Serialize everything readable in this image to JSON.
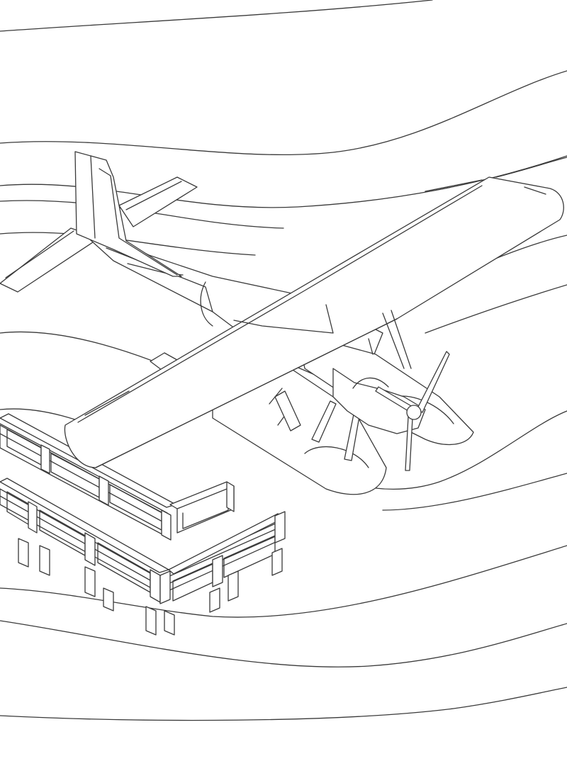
{
  "illustration": {
    "subject": "seaplane-beside-wooden-dock",
    "style": "line-art-coloring-page",
    "colors": {
      "background": "#ffffff",
      "ink": "#3a3a3a"
    },
    "icons": [
      "seaplane",
      "propeller",
      "float",
      "dock",
      "water-waves"
    ]
  }
}
